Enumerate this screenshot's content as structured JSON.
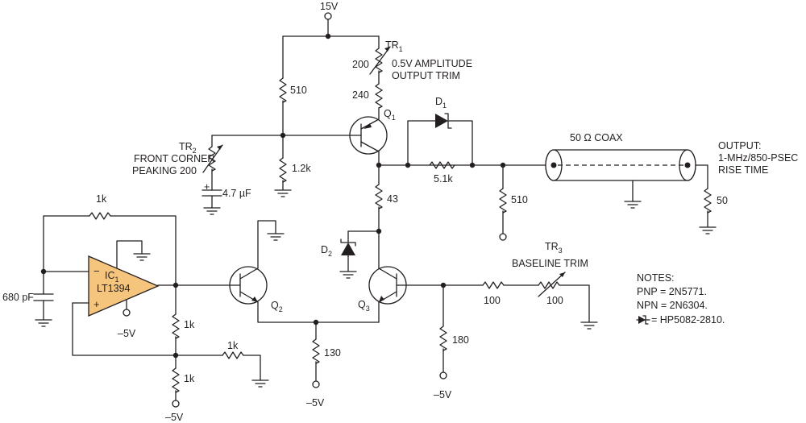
{
  "supplies": {
    "vpos": "15V",
    "vneg_q3": "–5V",
    "vneg_q2": "–5V",
    "vneg_opamp": "–5V",
    "vneg_divider": "–5V"
  },
  "opamp": {
    "ref": "IC",
    "ref_sub": "1",
    "part": "LT1394",
    "minus": "−",
    "plus": "+",
    "fill_color": "#f5c57e"
  },
  "transistors": {
    "q1": {
      "ref": "Q",
      "sub": "1"
    },
    "q2": {
      "ref": "Q",
      "sub": "2"
    },
    "q3": {
      "ref": "Q",
      "sub": "3"
    }
  },
  "diodes": {
    "d1": {
      "ref": "D",
      "sub": "1"
    },
    "d2": {
      "ref": "D",
      "sub": "2"
    }
  },
  "trims": {
    "tr1": {
      "ref": "TR",
      "sub": "1",
      "value": "200",
      "desc1": "0.5V AMPLITUDE",
      "desc2": "OUTPUT TRIM"
    },
    "tr2": {
      "ref": "TR",
      "sub": "2",
      "desc1": "FRONT CORNER",
      "desc2": "PEAKING 200"
    },
    "tr3": {
      "ref": "TR",
      "sub": "3",
      "value": "100",
      "desc": "BASELINE TRIM"
    }
  },
  "resistors": {
    "r_510_top": "510",
    "r_240": "240",
    "r_1k2": "1.2k",
    "r_43": "43",
    "r_5k1": "5.1k",
    "r_510_out": "510",
    "r_50": "50",
    "r_1k_fb": "1k",
    "r_1k_div_top": "1k",
    "r_1k_div_bot": "1k",
    "r_1k_side": "1k",
    "r_130": "130",
    "r_180": "180",
    "r_100": "100"
  },
  "capacitors": {
    "c_47": "4.7 µF",
    "c_680": "680 pF"
  },
  "coax": {
    "label": "50 Ω COAX"
  },
  "output": {
    "line1": "OUTPUT:",
    "line2": "1-MHz/850-PSEC",
    "line3": "RISE TIME"
  },
  "notes": {
    "title": "NOTES:",
    "pnp": "PNP = 2N5771.",
    "npn": "NPN = 2N6304.",
    "diode": "= HP5082-2810."
  }
}
